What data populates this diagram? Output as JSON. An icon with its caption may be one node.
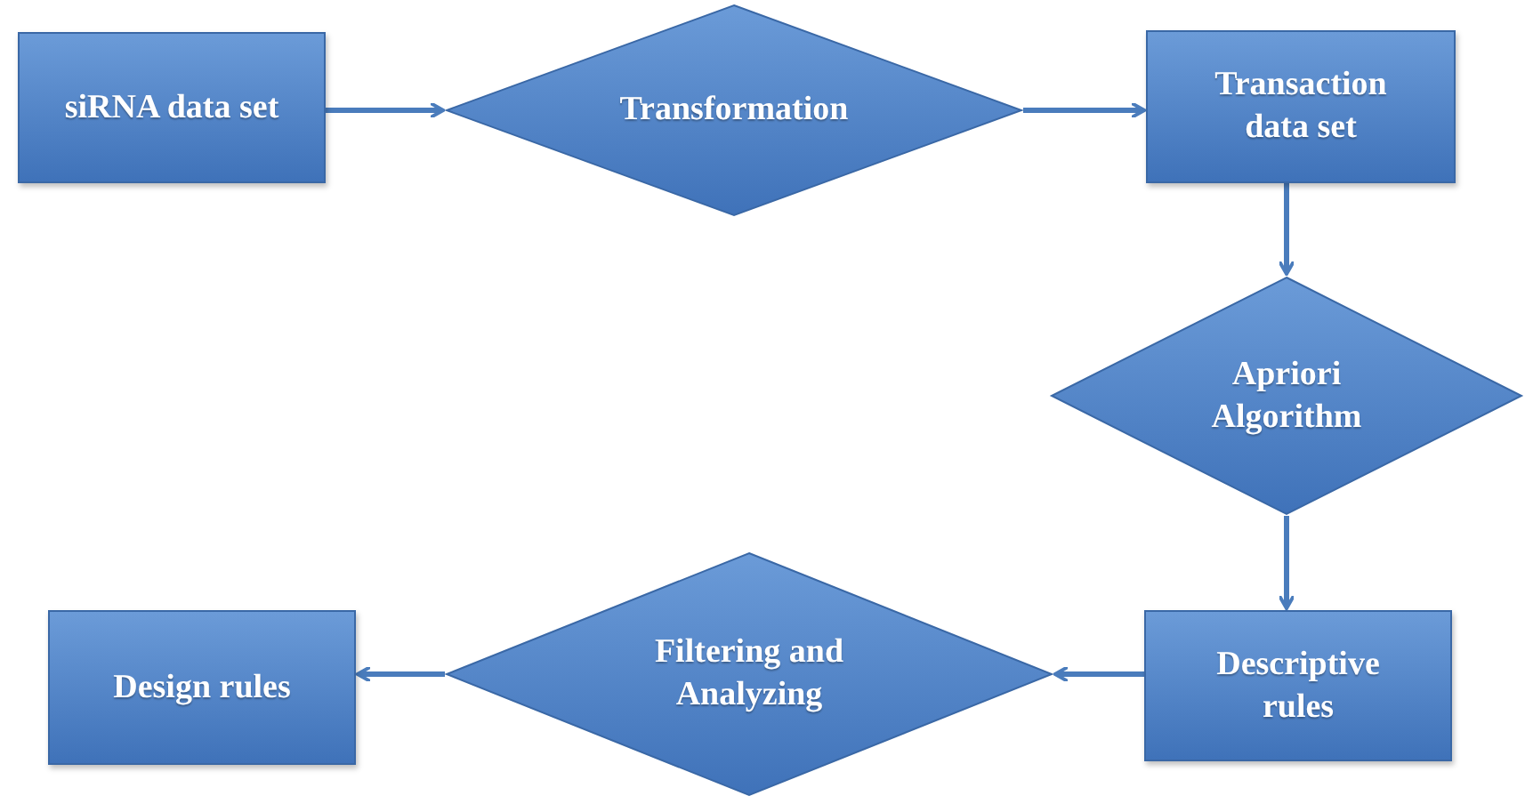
{
  "diagram": {
    "nodes": [
      {
        "text": [
          "siRNA data set"
        ]
      },
      {
        "text": [
          "Transformation"
        ]
      },
      {
        "text": [
          "Transaction data set"
        ]
      },
      {
        "text": [
          "Apriori Algorithm"
        ]
      },
      {
        "text": [
          "Descriptive rules"
        ]
      },
      {
        "text": [
          "Filtering and Analyzing"
        ]
      },
      {
        "text": [
          "Design rules"
        ]
      }
    ],
    "edges": [
      {
        "from": 0,
        "to": 1,
        "arrow": "to"
      },
      {
        "from": 1,
        "to": 2,
        "arrow": "to"
      },
      {
        "from": 2,
        "to": 3,
        "arrow": "to"
      },
      {
        "from": 3,
        "to": 4,
        "arrow": "to"
      },
      {
        "from": 4,
        "to": 5,
        "arrow": "to"
      },
      {
        "from": 5,
        "to": 6,
        "arrow": "to"
      }
    ]
  }
}
